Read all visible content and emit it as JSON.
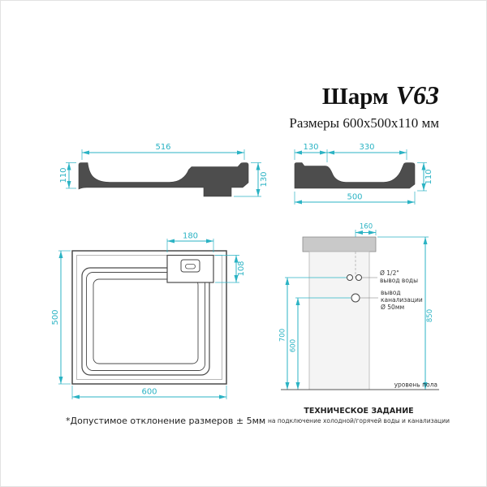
{
  "title": {
    "name": "Шарм",
    "model": "V63"
  },
  "subtitle": "Размеры 600x500x110 мм",
  "colors": {
    "dimension": "#2bb3c4",
    "drawing_line": "#4a4a4a"
  },
  "front_view": {
    "width": "516",
    "height_left": "110",
    "height_right": "130"
  },
  "side_view": {
    "deck": "130",
    "bowl": "330",
    "height": "110",
    "depth": "500"
  },
  "plan_view": {
    "platform_width": "180",
    "platform_depth": "108",
    "depth": "500",
    "width": "600"
  },
  "install_view": {
    "offset_top": "160",
    "water": {
      "line1": "Ø 1/2\"",
      "line2": "вывод воды"
    },
    "drain": {
      "line1": "вывод",
      "line2": "канализации",
      "line3": "Ø 50мм"
    },
    "h_water": "700",
    "h_drain": "600",
    "h_total": "850",
    "floor": "уровень пола",
    "caption_title": "ТЕХНИЧЕСКОЕ ЗАДАНИЕ",
    "caption_text": "на подключение холодной/горячей воды и канализации"
  },
  "note": "*Допустимое отклонение размеров ± 5мм"
}
